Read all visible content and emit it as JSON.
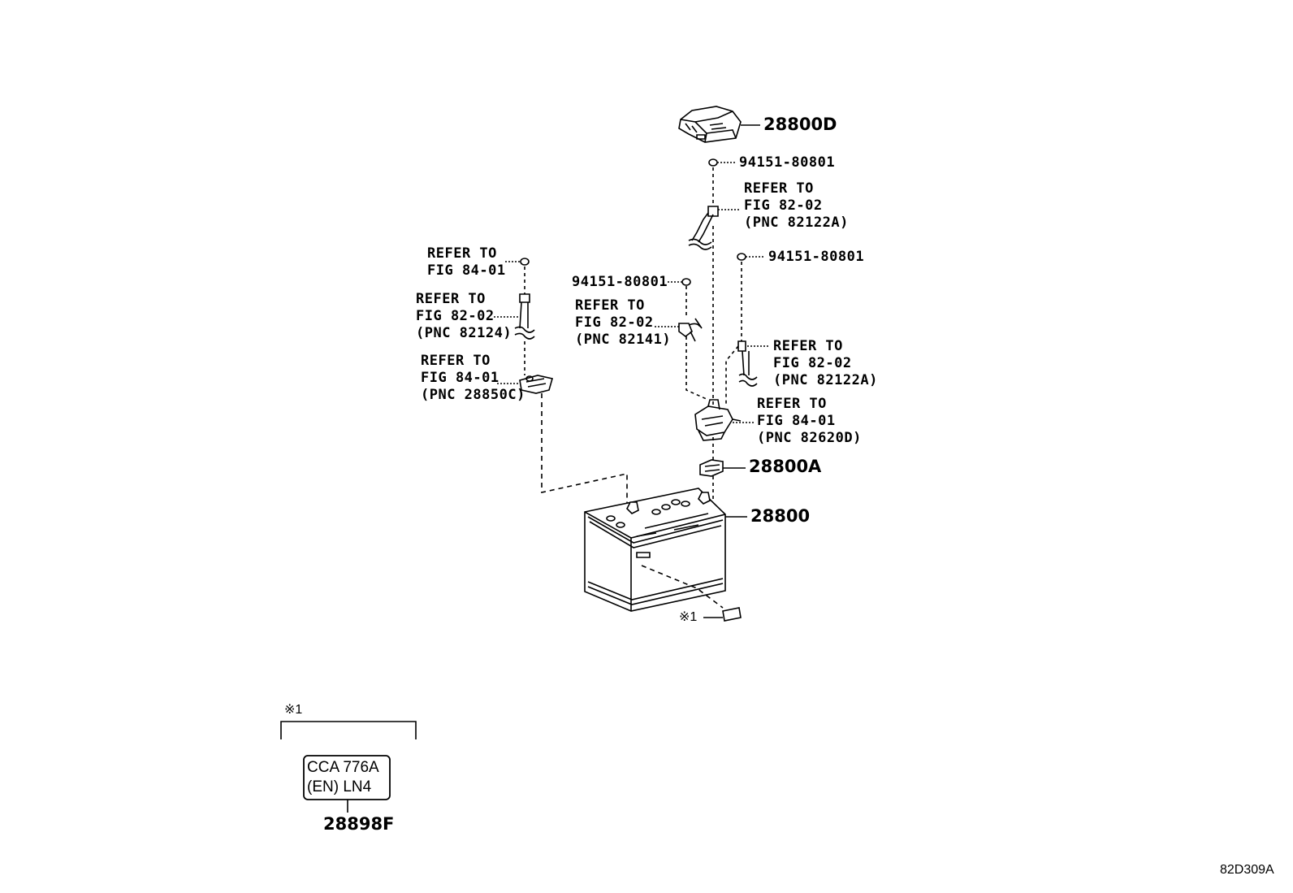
{
  "parts": {
    "relay_cover": "28800D",
    "nut_top": "94151-80801",
    "nut_left": "94151-80801",
    "nut_right": "94151-80801",
    "terminal_clamp": "28800A",
    "battery": "28800",
    "label_part": "28898F"
  },
  "refs": {
    "r1": {
      "l1": "REFER TO",
      "l2": "FIG 82-02",
      "l3": "(PNC 82122A)"
    },
    "r2": {
      "l1": "REFER TO",
      "l2": "FIG 84-01"
    },
    "r3": {
      "l1": "REFER TO",
      "l2": "FIG 82-02",
      "l3": "(PNC 82124)"
    },
    "r4": {
      "l1": "REFER TO",
      "l2": "FIG 82-02",
      "l3": "(PNC 82141)"
    },
    "r5": {
      "l1": "REFER TO",
      "l2": "FIG 84-01",
      "l3": "(PNC 28850C)"
    },
    "r6": {
      "l1": "REFER TO",
      "l2": "FIG 82-02",
      "l3": "(PNC 82122A)"
    },
    "r7": {
      "l1": "REFER TO",
      "l2": "FIG 84-01",
      "l3": "(PNC 82620D)"
    }
  },
  "note_marker": "※1",
  "detail": {
    "marker": "※1",
    "plate_line1": "CCA 776A",
    "plate_line2": "(EN) LN4"
  },
  "figure_code": "82D309A"
}
